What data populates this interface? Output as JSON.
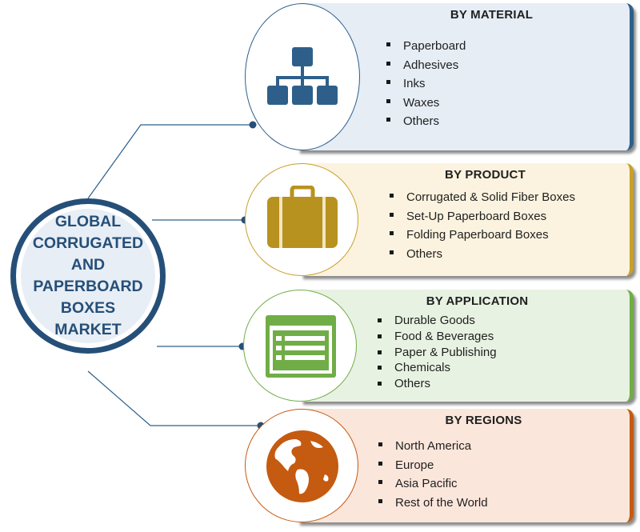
{
  "center": {
    "title": "GLOBAL\nCORRUGATED\nAND\nPAPERBOARD\nBOXES\nMARKET"
  },
  "segments": [
    {
      "title": "BY MATERIAL",
      "icon": "sitemap-hierarchy-icon",
      "accent": "#2e5f8a",
      "fill": "#e6edf5",
      "items": [
        "Paperboard",
        "Adhesives",
        "Inks",
        "Waxes",
        "Others"
      ]
    },
    {
      "title": "BY PRODUCT",
      "icon": "briefcase-icon",
      "accent": "#c8a02a",
      "fill": "#fbf3df",
      "items": [
        "Corrugated  & Solid Fiber Boxes",
        "Set-Up Paperboard  Boxes",
        "Folding Paperboard  Boxes",
        "Others"
      ]
    },
    {
      "title": "BY APPLICATION",
      "icon": "list-panel-icon",
      "accent": "#70ad47",
      "fill": "#e8f2e2",
      "items": [
        "Durable Goods",
        "Food & Beverages",
        "Paper & Publishing",
        "Chemicals",
        "Others"
      ]
    },
    {
      "title": "BY REGIONS",
      "icon": "globe-icon",
      "accent": "#c55a11",
      "fill": "#fbe6db",
      "items": [
        "North America",
        "Europe",
        "Asia Pacific",
        "Rest of the World"
      ]
    }
  ]
}
